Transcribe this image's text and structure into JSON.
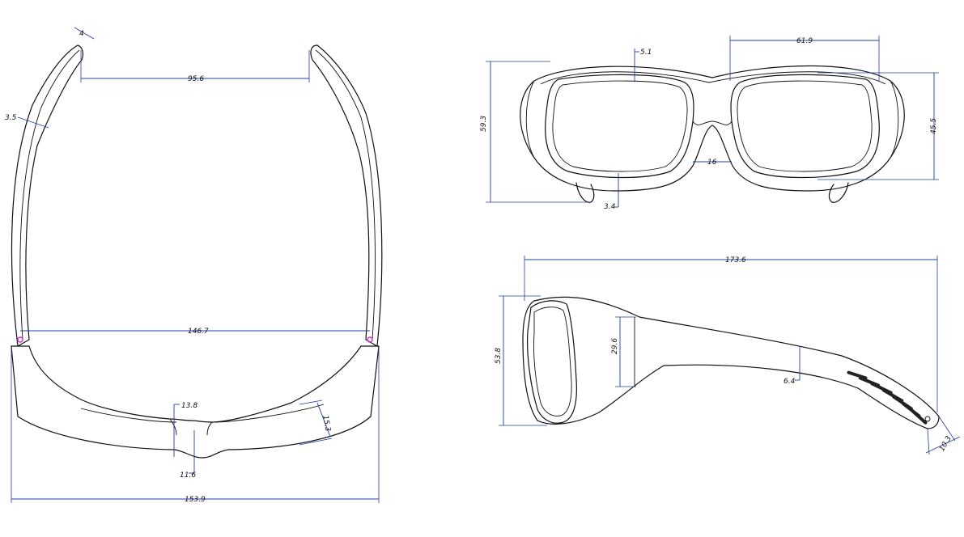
{
  "views": {
    "top": {
      "temple_tip_width": "4",
      "temple_gap": "95.6",
      "temple_thickness": "3.5",
      "hinge_span": "146.7",
      "nose_depth": "13.8",
      "center_depth": "11.6",
      "lens_depth": "15.3",
      "overall_width": "153.9"
    },
    "front": {
      "top_bar": "5.1",
      "lens_width": "61.9",
      "frame_height": "59.3",
      "lens_height": "45.5",
      "bridge": "16",
      "bottom_bar": "3.4"
    },
    "side": {
      "overall_length": "173.6",
      "front_height": "53.8",
      "temple_root_height": "29.6",
      "temple_min": "6.4",
      "temple_tip": "10.3"
    }
  },
  "colors": {
    "outline": "#111111",
    "dimension": "#1f3fa6",
    "hinge": "#d42bd4"
  }
}
